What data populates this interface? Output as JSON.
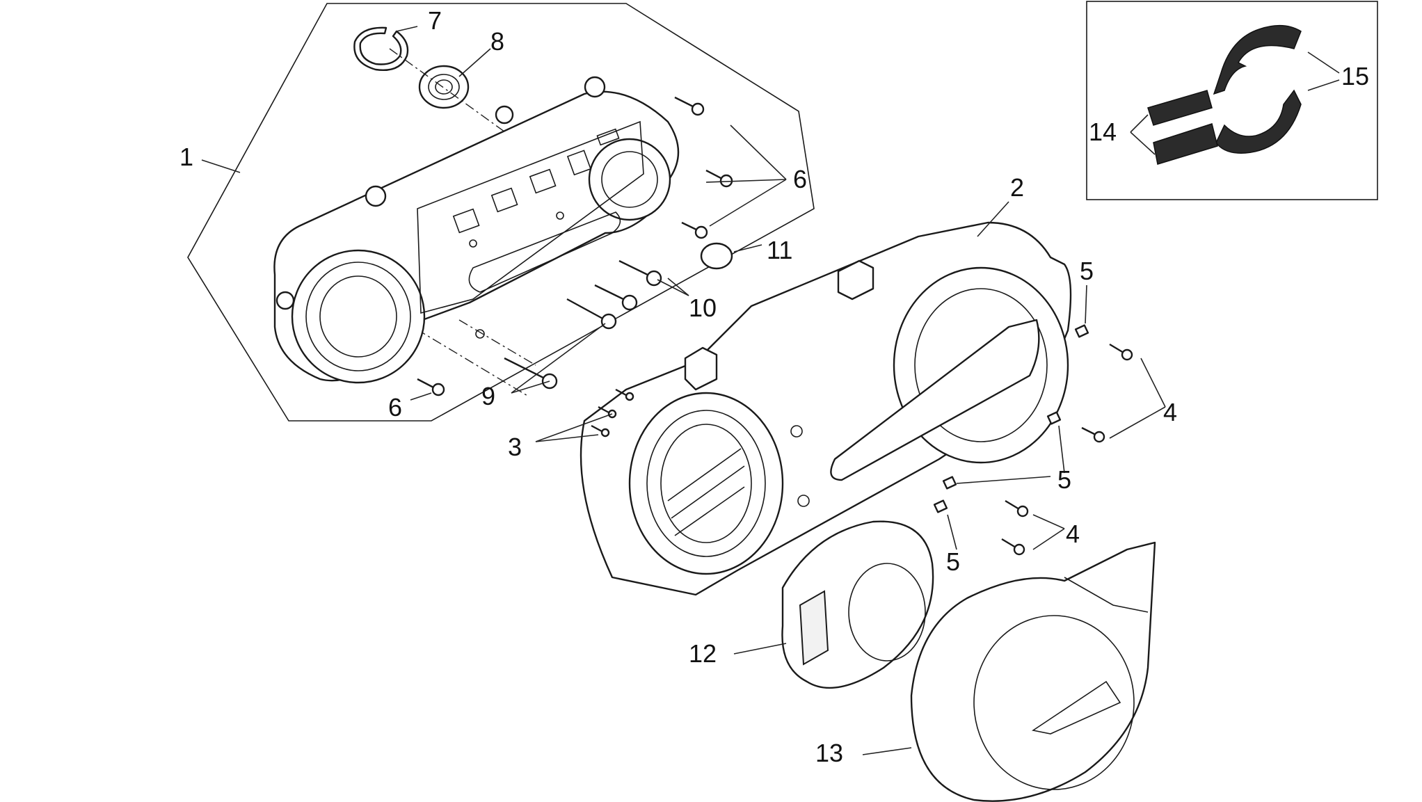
{
  "callouts": [
    {
      "id": "c1",
      "text": "1"
    },
    {
      "id": "c2",
      "text": "2"
    },
    {
      "id": "c3",
      "text": "3"
    },
    {
      "id": "c4a",
      "text": "4"
    },
    {
      "id": "c4b",
      "text": "4"
    },
    {
      "id": "c5a",
      "text": "5"
    },
    {
      "id": "c5b",
      "text": "5"
    },
    {
      "id": "c5c",
      "text": "5"
    },
    {
      "id": "c6a",
      "text": "6"
    },
    {
      "id": "c6b",
      "text": "6"
    },
    {
      "id": "c7",
      "text": "7"
    },
    {
      "id": "c8",
      "text": "8"
    },
    {
      "id": "c9",
      "text": "9"
    },
    {
      "id": "c10",
      "text": "10"
    },
    {
      "id": "c11",
      "text": "11"
    },
    {
      "id": "c12",
      "text": "12"
    },
    {
      "id": "c13",
      "text": "13"
    },
    {
      "id": "c14",
      "text": "14"
    },
    {
      "id": "c15",
      "text": "15"
    }
  ],
  "colors": {
    "line": "#1a1a1a",
    "background": "#ffffff",
    "belt": "#2b2b2b"
  }
}
